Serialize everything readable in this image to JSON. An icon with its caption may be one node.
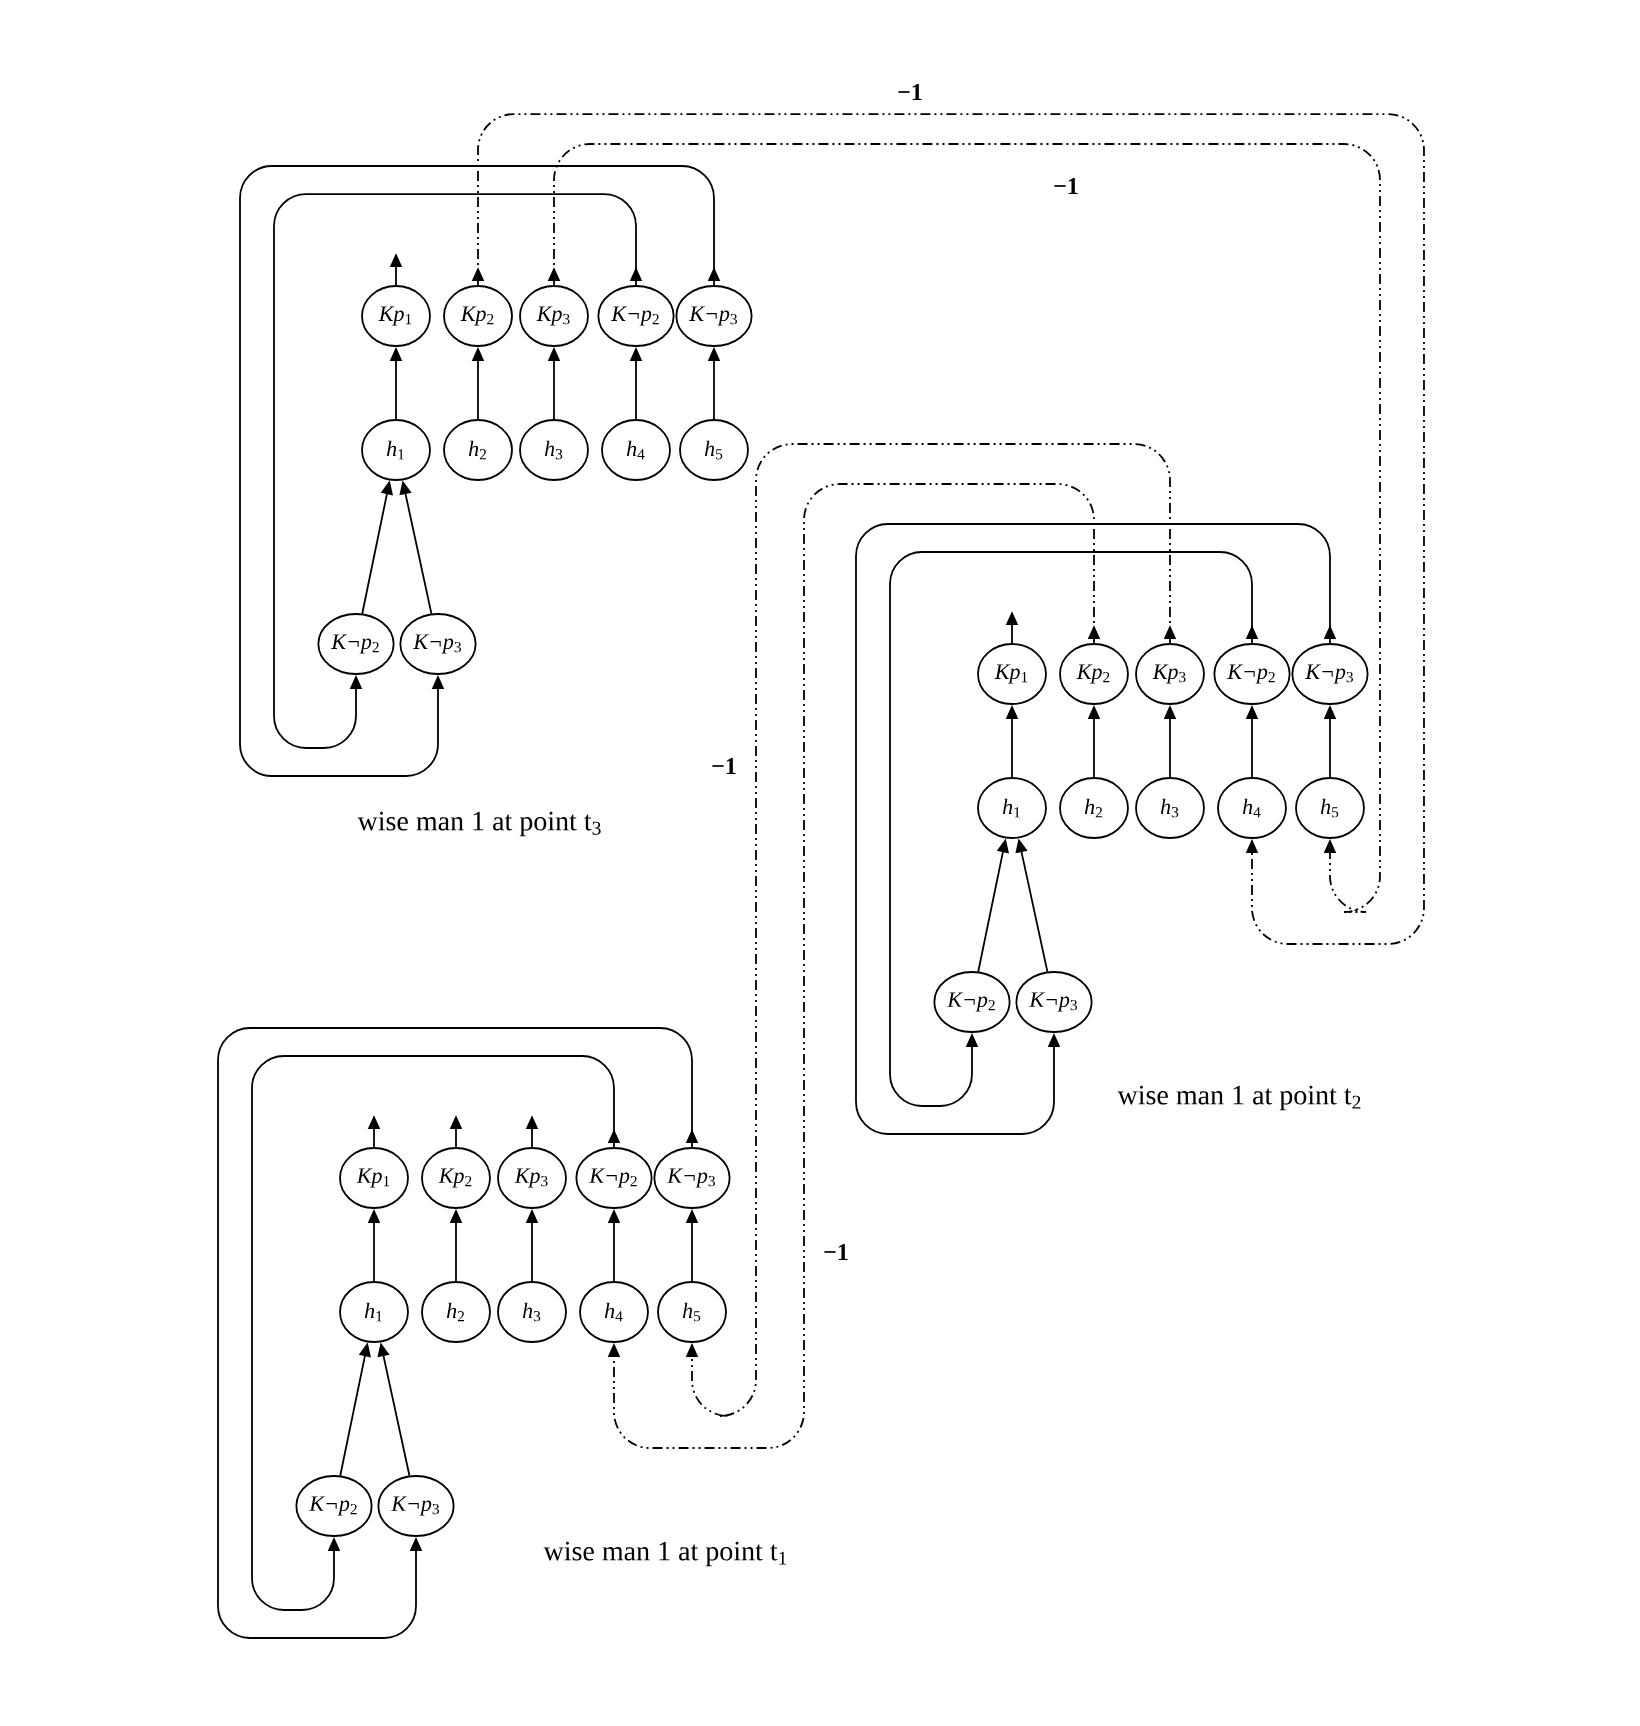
{
  "diagram": {
    "nodes": [
      {
        "text": [
          "*Kp*$_{1}$"
        ]
      },
      {
        "text": [
          "*Kp*$_{2}$"
        ]
      },
      {
        "text": [
          "*Kp*$_{3}$"
        ]
      },
      {
        "text": [
          "*K¬p*$_{2}$"
        ]
      },
      {
        "text": [
          "*K¬p*$_{3}$"
        ]
      },
      {
        "text": [
          "*h*$_{1}$"
        ]
      },
      {
        "text": [
          "*h*$_{2}$"
        ]
      },
      {
        "text": [
          "*h*$_{3}$"
        ]
      },
      {
        "text": [
          "*h*$_{4}$"
        ]
      },
      {
        "text": [
          "*h*$_{5}$"
        ]
      },
      {
        "text": [
          "*K¬p*$_{2}$"
        ]
      },
      {
        "text": [
          "*K¬p*$_{3}$"
        ]
      },
      {
        "text": [
          "*Kp*$_{1}$"
        ]
      },
      {
        "text": [
          "*Kp*$_{2}$"
        ]
      },
      {
        "text": [
          "*Kp*$_{3}$"
        ]
      },
      {
        "text": [
          "*K¬p*$_{2}$"
        ]
      },
      {
        "text": [
          "*K¬p*$_{3}$"
        ]
      },
      {
        "text": [
          "*h*$_{1}$"
        ]
      },
      {
        "text": [
          "*h*$_{2}$"
        ]
      },
      {
        "text": [
          "*h*$_{3}$"
        ]
      },
      {
        "text": [
          "*h*$_{4}$"
        ]
      },
      {
        "text": [
          "*h*$_{5}$"
        ]
      },
      {
        "text": [
          "*K¬p*$_{2}$"
        ]
      },
      {
        "text": [
          "*K¬p*$_{3}$"
        ]
      },
      {
        "text": [
          "*Kp*$_{1}$"
        ]
      },
      {
        "text": [
          "*Kp*$_{2}$"
        ]
      },
      {
        "text": [
          "*Kp*$_{3}$"
        ]
      },
      {
        "text": [
          "*K¬p*$_{2}$"
        ]
      },
      {
        "text": [
          "*K¬p*$_{3}$"
        ]
      },
      {
        "text": [
          "*h*$_{1}$"
        ]
      },
      {
        "text": [
          "*h*$_{2}$"
        ]
      },
      {
        "text": [
          "*h*$_{3}$"
        ]
      },
      {
        "text": [
          "*h*$_{4}$"
        ]
      },
      {
        "text": [
          "*h*$_{5}$"
        ]
      },
      {
        "text": [
          "*K¬p*$_{2}$"
        ]
      },
      {
        "text": [
          "*K¬p*$_{3}$"
        ]
      }
    ],
    "edges": [
      {
        "from": 5,
        "to": 0,
        "arrow": "to"
      },
      {
        "from": 6,
        "to": 1,
        "arrow": "to"
      },
      {
        "from": 7,
        "to": 2,
        "arrow": "to"
      },
      {
        "from": 8,
        "to": 3,
        "arrow": "to"
      },
      {
        "from": 9,
        "to": 4,
        "arrow": "to"
      },
      {
        "from": 10,
        "to": 5,
        "arrow": "to"
      },
      {
        "from": 11,
        "to": 5,
        "arrow": "to"
      },
      {
        "from": 3,
        "to": 10,
        "arrow": "to"
      },
      {
        "from": 4,
        "to": 11,
        "arrow": "to"
      },
      {
        "from": 0,
        "to": null,
        "arrow": "to"
      },
      {
        "from": 17,
        "to": 12,
        "arrow": "to"
      },
      {
        "from": 18,
        "to": 13,
        "arrow": "to"
      },
      {
        "from": 19,
        "to": 14,
        "arrow": "to"
      },
      {
        "from": 20,
        "to": 15,
        "arrow": "to"
      },
      {
        "from": 21,
        "to": 16,
        "arrow": "to"
      },
      {
        "from": 22,
        "to": 17,
        "arrow": "to"
      },
      {
        "from": 23,
        "to": 17,
        "arrow": "to"
      },
      {
        "from": 15,
        "to": 22,
        "arrow": "to"
      },
      {
        "from": 16,
        "to": 23,
        "arrow": "to"
      },
      {
        "from": 12,
        "to": null,
        "arrow": "to"
      },
      {
        "from": 29,
        "to": 24,
        "arrow": "to"
      },
      {
        "from": 30,
        "to": 25,
        "arrow": "to"
      },
      {
        "from": 31,
        "to": 26,
        "arrow": "to"
      },
      {
        "from": 32,
        "to": 27,
        "arrow": "to"
      },
      {
        "from": 33,
        "to": 28,
        "arrow": "to"
      },
      {
        "from": 34,
        "to": 29,
        "arrow": "to"
      },
      {
        "from": 35,
        "to": 29,
        "arrow": "to"
      },
      {
        "from": 27,
        "to": 34,
        "arrow": "to"
      },
      {
        "from": 28,
        "to": 35,
        "arrow": "to"
      },
      {
        "from": 24,
        "to": null,
        "arrow": "to"
      },
      {
        "from": 25,
        "to": null,
        "arrow": "to"
      },
      {
        "from": 26,
        "to": null,
        "arrow": "to"
      },
      {
        "from": 1,
        "to": 20,
        "arrow": "to",
        "label": "−1",
        "style": "dashed"
      },
      {
        "from": 2,
        "to": 21,
        "arrow": "to",
        "label": "−1",
        "style": "dashed"
      },
      {
        "from": 13,
        "to": 32,
        "arrow": "to",
        "label": "−1",
        "style": "dashed"
      },
      {
        "from": 14,
        "to": 33,
        "arrow": "to",
        "label": "−1",
        "style": "dashed"
      }
    ],
    "labels": [
      "wise man 1 at point t$_{3}$",
      "wise man 1 at point t$_{2}$",
      "wise man 1 at point t$_{1}$"
    ]
  }
}
